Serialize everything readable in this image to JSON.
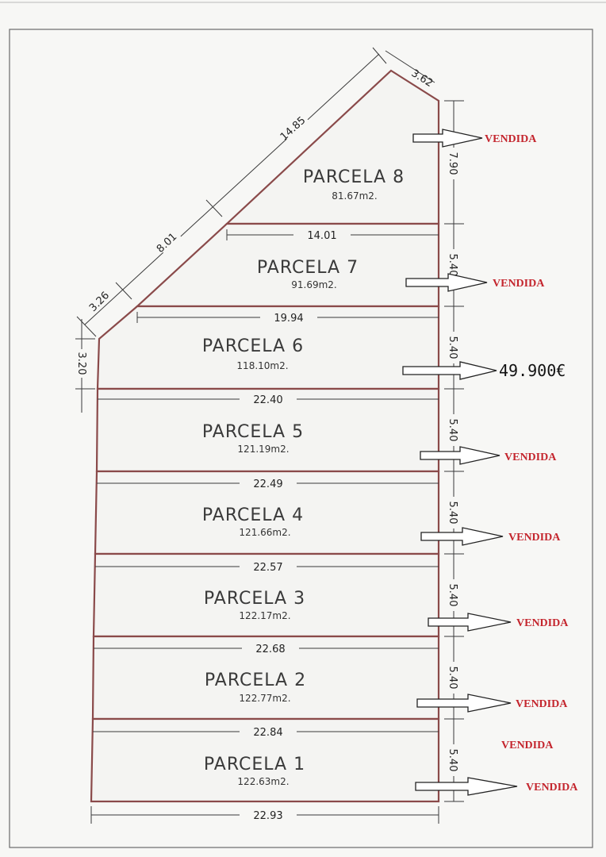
{
  "plan": {
    "parcels": [
      {
        "id": 1,
        "title": "PARCELA 1",
        "area": "122.63m2.",
        "width": "22.84",
        "depth": "5.40",
        "status": "VENDIDA"
      },
      {
        "id": 2,
        "title": "PARCELA 2",
        "area": "122.77m2.",
        "width": "22.68",
        "depth": "5.40",
        "status": "VENDIDA"
      },
      {
        "id": 3,
        "title": "PARCELA 3",
        "area": "122.17m2.",
        "width": "22.57",
        "depth": "5.40",
        "status": "VENDIDA"
      },
      {
        "id": 4,
        "title": "PARCELA 4",
        "area": "121.66m2.",
        "width": "22.49",
        "depth": "5.40",
        "status": "VENDIDA"
      },
      {
        "id": 5,
        "title": "PARCELA 5",
        "area": "121.19m2.",
        "width": "22.40",
        "depth": "5.40",
        "status": "VENDIDA"
      },
      {
        "id": 6,
        "title": "PARCELA 6",
        "area": "118.10m2.",
        "width": "19.94",
        "depth": "5.40",
        "status": "49.900€"
      },
      {
        "id": 7,
        "title": "PARCELA 7",
        "area": "91.69m2.",
        "width": "14.01",
        "depth": "5.40",
        "status": "VENDIDA"
      },
      {
        "id": 8,
        "title": "PARCELA 8",
        "area": "81.67m2.",
        "depth": "7.90",
        "status": "VENDIDA"
      }
    ],
    "extra_status": "VENDIDA",
    "dims": {
      "bottom": "22.93",
      "left_side": "3.20",
      "diag_lower": "3.26",
      "diag_middle": "8.01",
      "diag_upper": "14.85",
      "top_edge": "3.62"
    }
  }
}
